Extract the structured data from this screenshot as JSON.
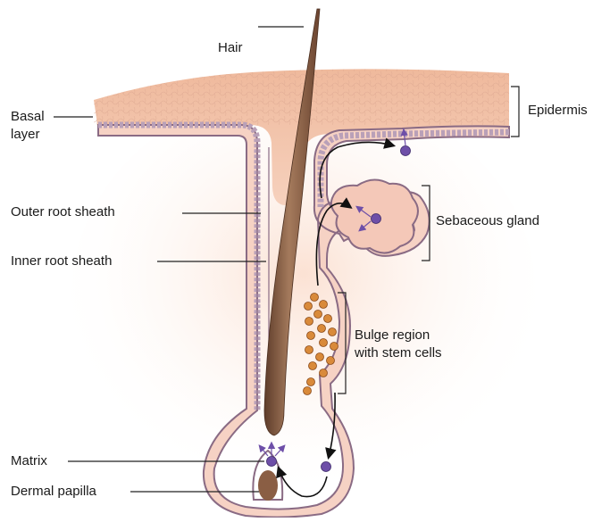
{
  "labels": {
    "hair": "Hair",
    "basal_line1": "Basal",
    "basal_line2": "layer",
    "epidermis": "Epidermis",
    "outer_root_sheath": "Outer root sheath",
    "sebaceous_gland": "Sebaceous gland",
    "inner_root_sheath": "Inner root sheath",
    "bulge_line1": "Bulge region",
    "bulge_line2": "with stem cells",
    "matrix": "Matrix",
    "dermal_papilla": "Dermal papilla"
  },
  "colors": {
    "epidermis_fill": "#f2c2a6",
    "sheath_fill": "#f6d2c4",
    "sheath_outline": "#8a6b84",
    "basal_cells": "#b9a0b8",
    "hair_shaft": "#8a5e44",
    "stem_cell": "#d98a3a",
    "marker_cell": "#6e4fa8",
    "arrow": "#111111",
    "glow": "#fbe3d6"
  }
}
